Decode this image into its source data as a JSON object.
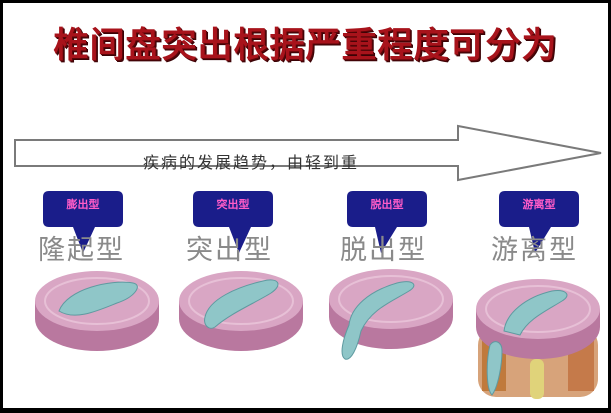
{
  "title": "椎间盘突出根据严重程度可分为",
  "arrow": {
    "label": "疾病的发展趋势，由轻到重"
  },
  "stages": [
    {
      "callout": "膨出型",
      "name": "隆起型"
    },
    {
      "callout": "突出型",
      "name": "突出型"
    },
    {
      "callout": "脱出型",
      "name": "脱出型"
    },
    {
      "callout": "游离型",
      "name": "游离型"
    }
  ],
  "colors": {
    "title": "#a8131b",
    "callout_fill": "#1a1d8a",
    "callout_text": "#ff5cc8",
    "disc_outer": "#c98fb2",
    "disc_top": "#d9a6c4",
    "nucleus": "#8fc6c8"
  }
}
